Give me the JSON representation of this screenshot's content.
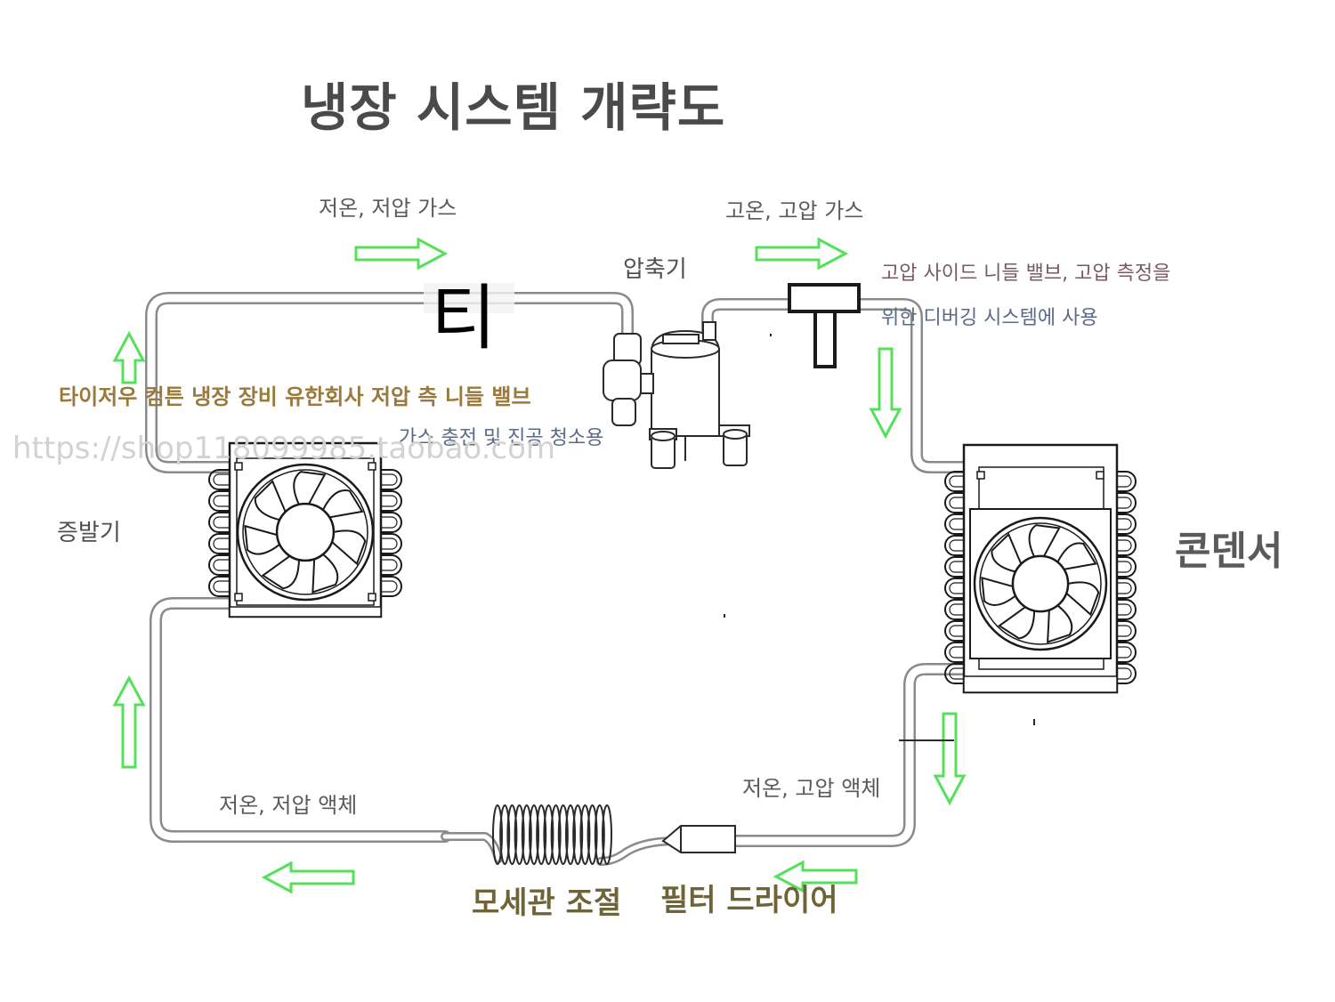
{
  "title": "냉장 시스템 개략도",
  "labels": {
    "suction_gas": "저온, 저압 가스",
    "discharge_gas": "고온, 고압 가스",
    "compressor": "압축기",
    "tee": "티",
    "high_side_valve_line1": "고압 사이드 니들 밸브, 고압 측정을",
    "high_side_valve_line2": "위한 디버깅 시스템에 사용",
    "low_side_valve": "타이저우 컴튼 냉장 장비 유한회사 저압 측 니들 밸브",
    "gas_charging": "가스 충전 및 진공 청소용",
    "evaporator": "증발기",
    "condenser": "콘덴서",
    "low_temp_low_pressure_liquid": "저온, 저압 액체",
    "low_temp_high_pressure_liquid": "저온, 고압 액체",
    "capillary": "모세관 조절",
    "filter_drier": "필터 드라이어"
  },
  "watermark": "https://shop118099985.taobao.com",
  "colors": {
    "arrow": "#55e05a",
    "pipe": "#8a8a8a",
    "outline": "#2a2a2a"
  },
  "icons": [
    "fan-icon",
    "flow-arrow-icon",
    "compressor-icon",
    "needle-valve-icon",
    "capillary-coil-icon",
    "filter-drier-icon"
  ]
}
